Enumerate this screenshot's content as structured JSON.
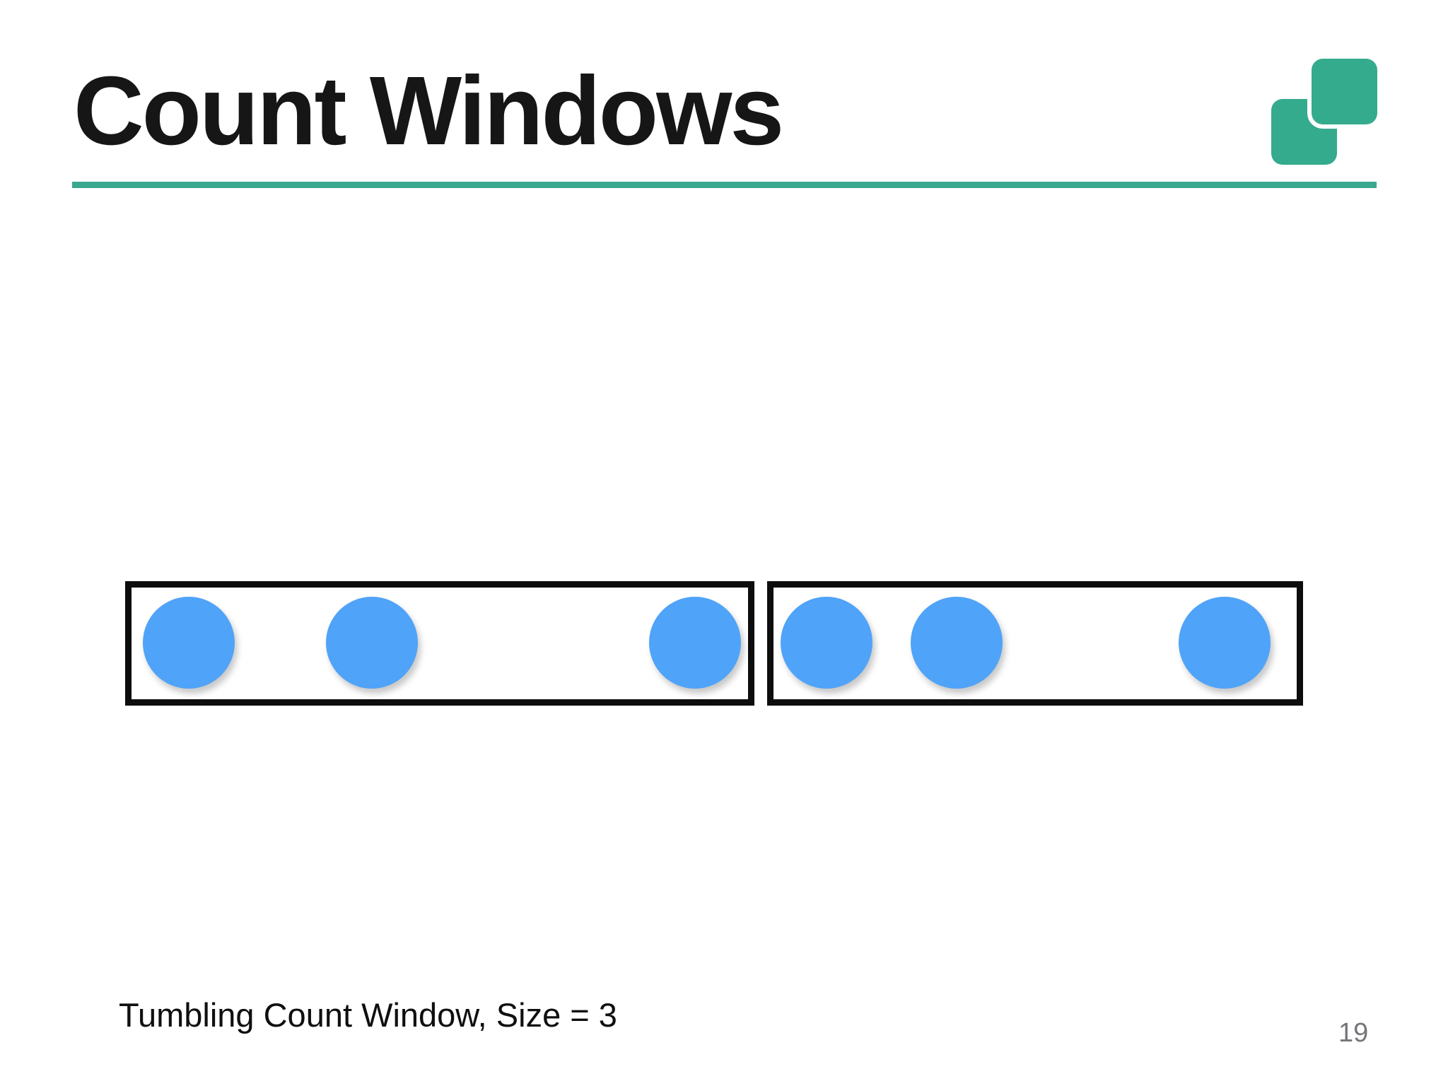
{
  "slide": {
    "title": "Count Windows",
    "caption": "Tumbling Count Window, Size = 3",
    "page_number": "19"
  },
  "icons": {
    "logo": "overlapping-squares-icon"
  },
  "colors": {
    "accent_teal": "#35ab8d",
    "underline_teal": "#3aa78f",
    "event_blue": "#4fa3f8",
    "box_border_black": "#0d0d0d",
    "title_black": "#161616",
    "page_number_gray": "#76757a",
    "background": "#ffffff"
  },
  "diagram": {
    "type": "tumbling-count-window",
    "window_size": 3,
    "windows": [
      {
        "name": "window-1",
        "event_count": 3
      },
      {
        "name": "window-2",
        "event_count": 3
      }
    ],
    "total_events": 6
  }
}
